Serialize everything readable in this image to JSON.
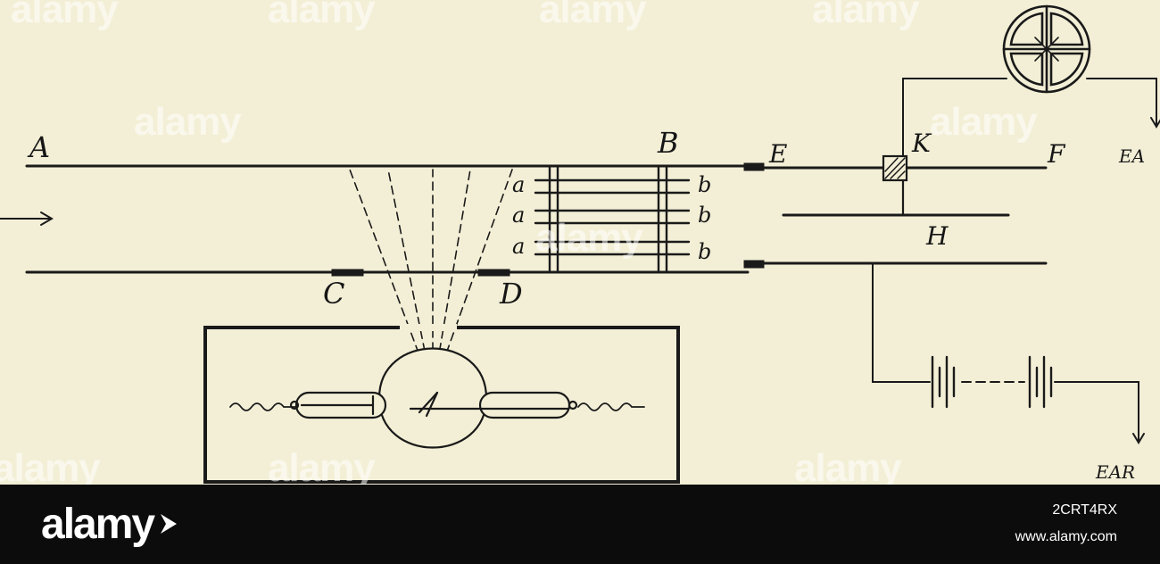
{
  "diagram": {
    "labels": {
      "A": "A",
      "B": "B",
      "C": "C",
      "D": "D",
      "E": "E",
      "F": "F",
      "H": "H",
      "K": "K",
      "a1": "a",
      "a2": "a",
      "a3": "a",
      "b1": "b",
      "b2": "b",
      "b3": "b",
      "ea": "EA",
      "ear": "EAR"
    },
    "arrow_glyph": "→",
    "watermark": "alamy"
  },
  "footer": {
    "logo": "alamy",
    "image_id": "2CRT4RX",
    "site": "www.alamy.com"
  }
}
